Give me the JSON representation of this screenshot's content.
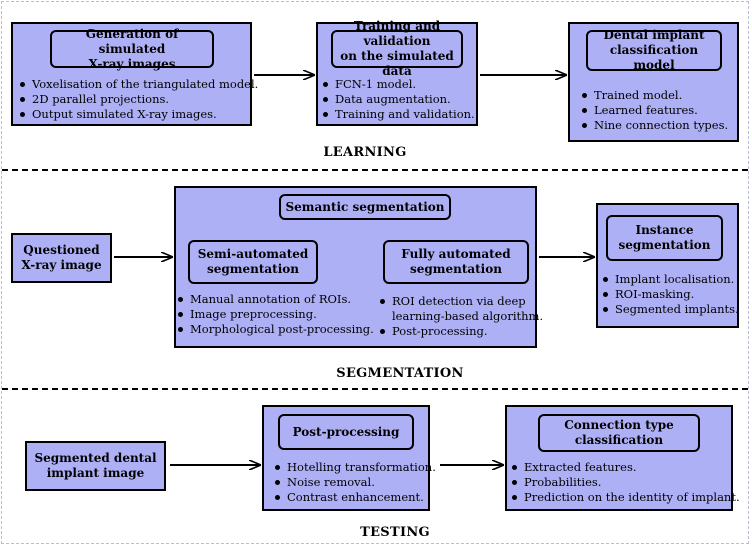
{
  "learning": {
    "label": "LEARNING",
    "generation": {
      "title": "Generation of simulated\nX-ray images",
      "bullets": [
        "Voxelisation of the triangulated model.",
        "2D parallel projections.",
        "Output simulated X-ray images."
      ]
    },
    "training": {
      "title": "Training and validation\non the simulated data",
      "bullets": [
        "FCN-1 model.",
        "Data augmentation.",
        "Training and validation."
      ]
    },
    "model": {
      "title": "Dental implant\nclassification model",
      "bullets": [
        "Trained model.",
        "Learned features.",
        "Nine connection types."
      ]
    }
  },
  "segmentation": {
    "label": "SEGMENTATION",
    "input": "Questioned\nX-ray image",
    "semantic": {
      "title": "Semantic segmentation",
      "semi": {
        "title": "Semi-automated\nsegmentation",
        "bullets": [
          "Manual annotation of ROIs.",
          "Image preprocessing.",
          "Morphological post-processing."
        ]
      },
      "fully": {
        "title": "Fully automated\nsegmentation",
        "bullets": [
          "ROI detection via deep\nlearning-based algorithm.",
          "Post-processing."
        ]
      }
    },
    "instance": {
      "title": "Instance\nsegmentation",
      "bullets": [
        "Implant localisation.",
        "ROI-masking.",
        "Segmented implants."
      ]
    }
  },
  "testing": {
    "label": "TESTING",
    "input": "Segmented dental\nimplant image",
    "post": {
      "title": "Post-processing",
      "bullets": [
        "Hotelling transformation.",
        "Noise removal.",
        "Contrast enhancement."
      ]
    },
    "connection": {
      "title": "Connection type\nclassification",
      "bullets": [
        "Extracted features.",
        "Probabilities.",
        "Prediction on the identity of implant."
      ]
    }
  },
  "colors": {
    "box_fill": "#aeb0f6",
    "stroke": "#000000",
    "frame": "#b8bdd6"
  }
}
